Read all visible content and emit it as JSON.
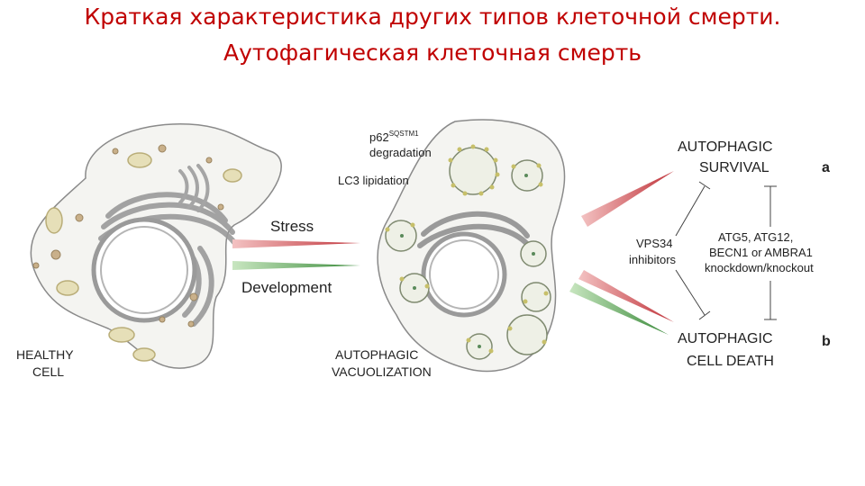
{
  "slide": {
    "title_line1": "Краткая характеристика других типов клеточной смерти.",
    "title_line2": "Аутофагическая клеточная смерть"
  },
  "diagram": {
    "healthy_label_1": "HEALTHY",
    "healthy_label_2": "CELL",
    "stress": "Stress",
    "development": "Development",
    "p62_main": "p62",
    "p62_sup": "SQSTM1",
    "degradation": "degradation",
    "lc3": "LC3 lipidation",
    "vacuolization_1": "AUTOPHAGIC",
    "vacuolization_2": "VACUOLIZATION",
    "survival_1": "AUTOPHAGIC",
    "survival_2": "SURVIVAL",
    "panel_a": "a",
    "death_1": "AUTOPHAGIC",
    "death_2": "CELL DEATH",
    "panel_b": "b",
    "vps34_1": "VPS34",
    "vps34_2": "inhibitors",
    "atg_1": "ATG5, ATG12,",
    "atg_2": "BECN1 or AMBRA1",
    "atg_3": "knockdown/knockout",
    "colors": {
      "stress": "#c0333a",
      "development": "#3a8a3a",
      "title": "#c00000"
    }
  }
}
